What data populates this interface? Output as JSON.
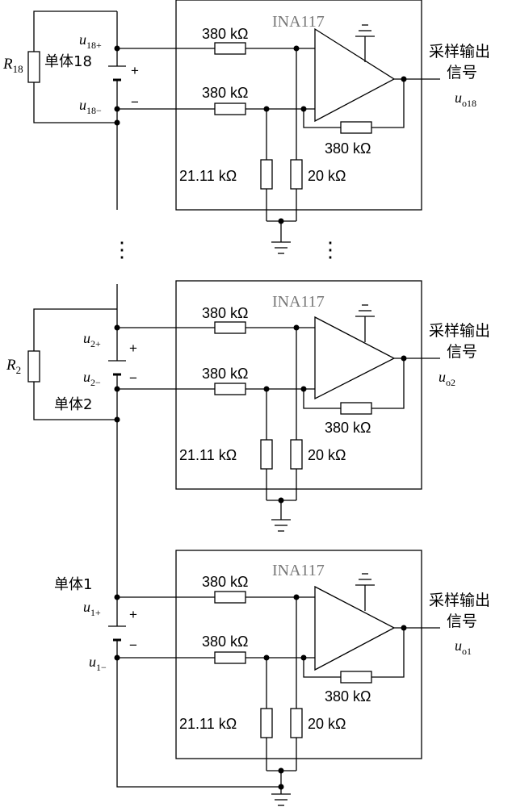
{
  "labels": {
    "ina": "INA117",
    "r380": "380 kΩ",
    "r2111": "21.11 kΩ",
    "r20": "20 kΩ",
    "out_line1": "采样输出",
    "out_line2": "信号",
    "plus": "+",
    "minus": "−",
    "dots": "⋮"
  },
  "stages": [
    {
      "cell_name": "单体18",
      "r_letter": "R",
      "r_sub": "18",
      "u_pos": "u",
      "u_pos_sub": "18+",
      "u_neg": "u",
      "u_neg_sub": "18−",
      "out": "u",
      "out_sub": "o18"
    },
    {
      "cell_name": "单体2",
      "r_letter": "R",
      "r_sub": "2",
      "u_pos": "u",
      "u_pos_sub": "2+",
      "u_neg": "u",
      "u_neg_sub": "2−",
      "out": "u",
      "out_sub": "o2"
    },
    {
      "cell_name": "单体1",
      "u_pos": "u",
      "u_pos_sub": "1+",
      "u_neg": "u",
      "u_neg_sub": "1−",
      "out": "u",
      "out_sub": "o1"
    }
  ]
}
